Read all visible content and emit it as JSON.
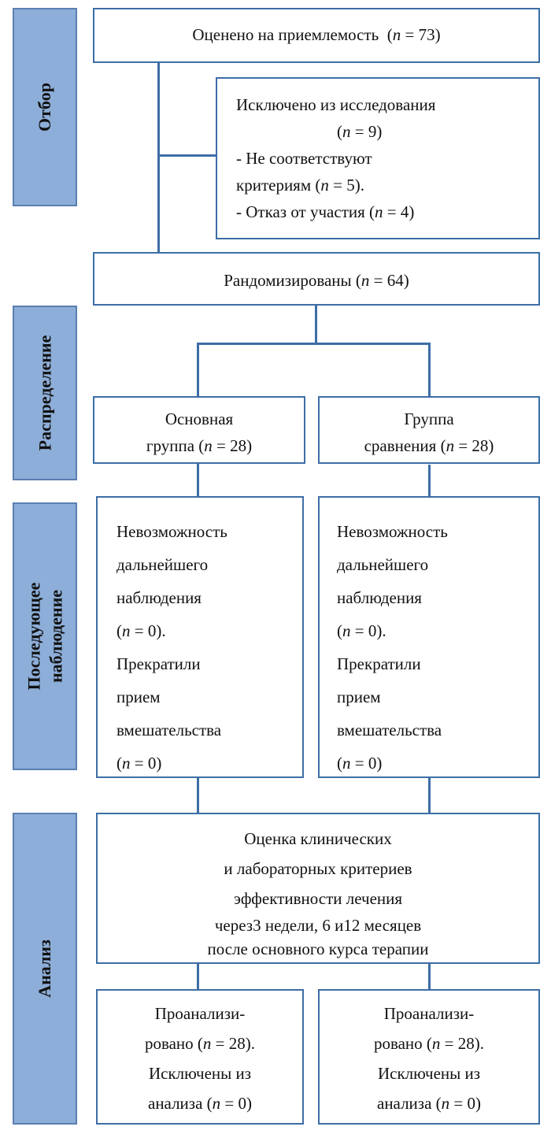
{
  "stages": {
    "selection": "Отбор",
    "allocation": "Распределение",
    "followup_1": "Последующее",
    "followup_2": "наблюдение",
    "analysis": "Анализ"
  },
  "assessed": {
    "text": "Оценено на приемлемость",
    "n": "73"
  },
  "excluded": {
    "title": "Исключено из исследования",
    "n": "9",
    "reason1_a": "- Не соответствуют",
    "reason1_b": "критериям",
    "reason1_n": "5",
    "reason2": "- Отказ от участия",
    "reason2_n": "4"
  },
  "randomized": {
    "text": "Рандомизированы",
    "n": "64"
  },
  "main_group": {
    "line1": "Основная",
    "line2": "группа",
    "n": "28"
  },
  "comparison_group": {
    "line1": "Группа",
    "line2": "сравнения",
    "n": "28"
  },
  "followup_left": {
    "l1": "Невозможность",
    "l2": "дальнейшего",
    "l3": "наблюдения",
    "n1": "0",
    "l5": "Прекратили",
    "l6": "прием",
    "l7": "вмешательства",
    "n2": "0"
  },
  "followup_right": {
    "l1": "Невозможность",
    "l2": "дальнейшего",
    "l3": "наблюдения",
    "n1": "0",
    "l5": "Прекратили",
    "l6": "прием",
    "l7": "вмешательства",
    "n2": "0"
  },
  "evaluation": {
    "l1": "Оценка клинических",
    "l2": "и лабораторных критериев",
    "l3": "эффективности лечения",
    "l4": "через3 недели, 6 и12 месяцев",
    "l5": "после основного курса терапии"
  },
  "analyzed_left": {
    "l1": "Проанализи-",
    "l2": "ровано",
    "n1": "28",
    "l3": "Исключены из",
    "l4": "анализа",
    "n2": "0"
  },
  "analyzed_right": {
    "l1": "Проанализи-",
    "l2": "ровано",
    "n1": "28",
    "l3": "Исключены из",
    "l4": "анализа",
    "n2": "0"
  },
  "n_symbol": "n",
  "colors": {
    "stage_fill": "#8daed8",
    "stage_border": "#5b7fb3",
    "box_border": "#3d6ea6"
  }
}
